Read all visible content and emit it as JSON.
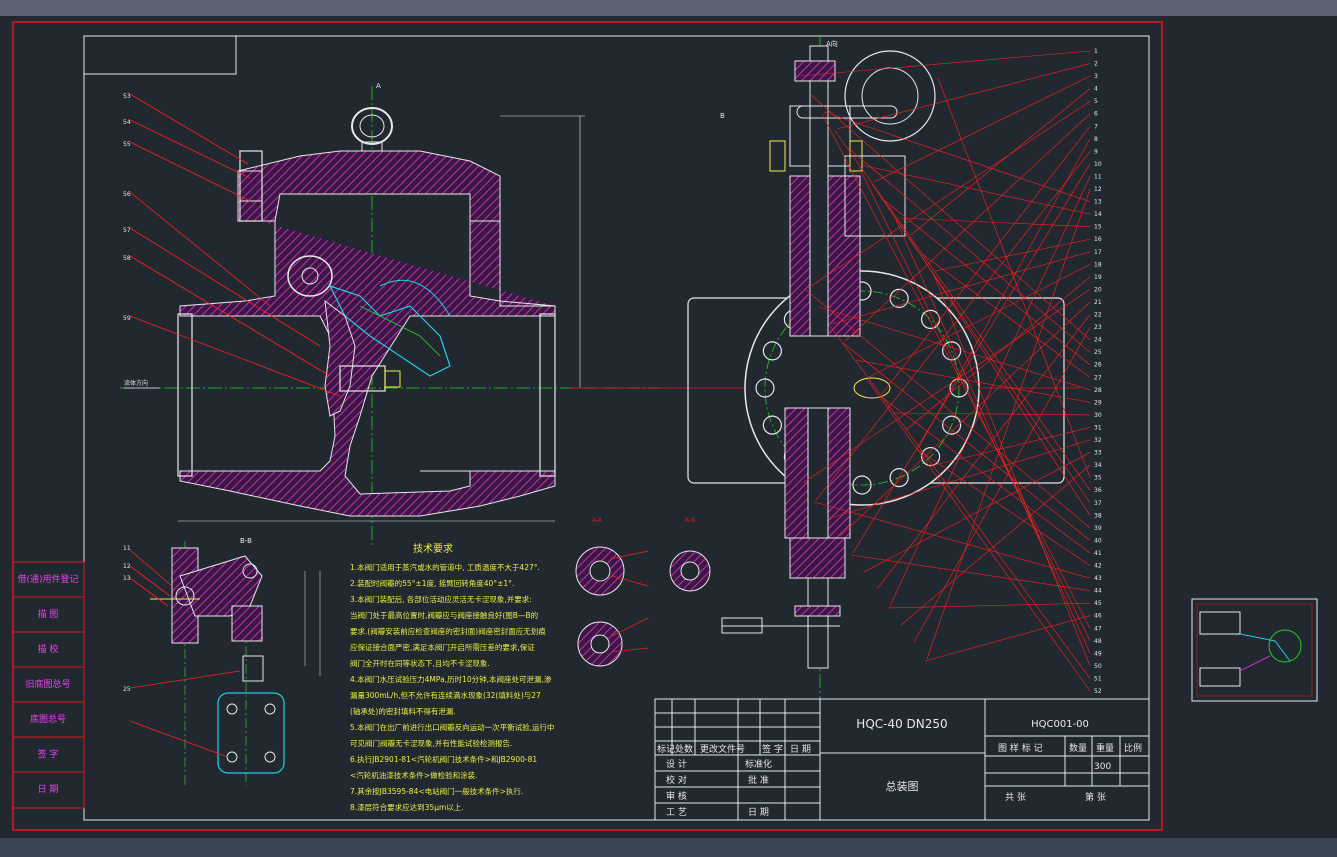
{
  "title_block": {
    "product_name": "HQC-40 DN250",
    "drawing_number": "HQC001-00",
    "drawing_title": "总装图",
    "scale_value": "300",
    "header_labels": [
      "标记",
      "处数",
      "更改文件号",
      "签 字",
      "日 期"
    ],
    "sign_rows": [
      "设 计",
      "校 对",
      "审 核",
      "工 艺"
    ],
    "middle_rows": [
      "标准化",
      "批 准",
      "",
      "日 期"
    ],
    "attr_labels": [
      "图 样 标 记",
      "数量",
      "重量",
      "比例"
    ],
    "sheet_labels": [
      "共 张",
      "第 张"
    ]
  },
  "side_column": [
    "借(通)用件登记",
    "描 图",
    "描 校",
    "旧底图总号",
    "底图总号",
    "签 字",
    "日 期"
  ],
  "tech": {
    "heading": "技术要求",
    "lines": [
      "1.本阀门适用于蒸汽或水的管道中, 工质温度不大于427°.",
      "2.装配时阀瓣的55°±1度, 摇臂回转角度40°±1°.",
      "3.本阀门装配后, 各部位活动应灵活无卡涩现象,并要求:",
      "  当阀门处于最高位置时,阀瓣应与阀座接触良好(图B—B的",
      "  要求.(阀瓣安装前应检查阀座的密封面)阀座密封面应无划痕",
      "  应保证接合面严密,满足本阀门开启所需压差的要求,保证",
      "  阀门全开时在同等状态下,且均不卡涩现象.",
      "4.本阀门水压试验压力4MPa,历时10分钟,本阀座处可泄漏,渗",
      "  漏量300mL/h,但不允许有连续滴水现象(32(填料处)与27",
      "  (轴承处)的密封填料不得有泄漏.",
      "5.本阀门在出厂前进行出口阀瓣反向运动一次平衡试验,运行中",
      "  可见阀门阀瓣无卡涩现象,并有性能试验检测报告.",
      "6.执行JB2901-81<汽轮机阀门技术条件>和JB2900-81",
      "  <汽轮机油漆技术条件>做检验和涂装.",
      "7.其余按JB3595-84<电站阀门一般技术条件>执行.",
      "8.漆层符合要求应达到35μm以上."
    ]
  },
  "views": {
    "a_label": "A",
    "a_view": "A向",
    "bb_section": "B-B",
    "aa_section": "A-A",
    "b_label": "B",
    "flow_label": "流体方向"
  },
  "balloons_right": [
    "1",
    "2",
    "3",
    "4",
    "5",
    "6",
    "7",
    "8",
    "9",
    "10",
    "11",
    "12",
    "13",
    "14",
    "15",
    "16",
    "17",
    "18",
    "19",
    "20",
    "21",
    "22",
    "23",
    "24",
    "25",
    "26",
    "27",
    "28",
    "29",
    "30",
    "31",
    "32",
    "33",
    "34",
    "35",
    "36",
    "37",
    "38",
    "39",
    "40",
    "41",
    "42",
    "43",
    "44",
    "45",
    "46",
    "47",
    "48",
    "49",
    "50",
    "51",
    "52"
  ],
  "balloons_left": [
    "53",
    "54",
    "55",
    "56",
    "57",
    "58",
    "59"
  ],
  "balloons_bb": [
    "11",
    "12",
    "13",
    "25"
  ],
  "colors": {
    "background": "#212830",
    "border_red": "#e01818",
    "frame_white": "#e8e8e8",
    "hatch_magenta": "#c030c0",
    "center_green": "#20d020",
    "cyan": "#20d0e0",
    "text_yellow": "#f0f040",
    "leader_red": "#ff2020"
  }
}
